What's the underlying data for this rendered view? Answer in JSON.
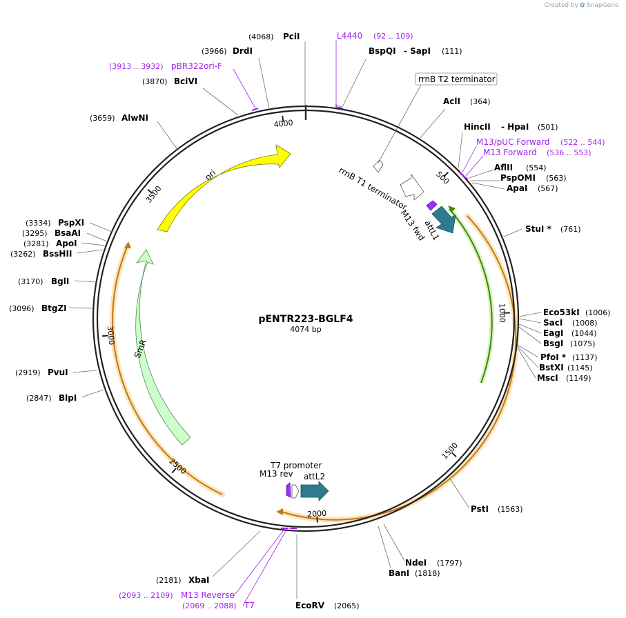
{
  "branding": {
    "created_by": "Created by",
    "product": "SnapGene"
  },
  "plasmid": {
    "name": "pENTR223-BGLF4",
    "size_label": "4074 bp",
    "length": 4074
  },
  "ticks": [
    {
      "bp": 500,
      "label": "500"
    },
    {
      "bp": 1000,
      "label": "1000"
    },
    {
      "bp": 1500,
      "label": "1500"
    },
    {
      "bp": 2000,
      "label": "2000"
    },
    {
      "bp": 2500,
      "label": "2500"
    },
    {
      "bp": 3000,
      "label": "3000"
    },
    {
      "bp": 3500,
      "label": "3500"
    },
    {
      "bp": 4000,
      "label": "4000"
    }
  ],
  "sites": [
    {
      "id": "pcii",
      "name": "PciI",
      "pos": "(4068)"
    },
    {
      "id": "drdi",
      "name": "DrdI",
      "pos": "(3966)"
    },
    {
      "id": "bcivi",
      "name": "BciVI",
      "pos": "(3870)"
    },
    {
      "id": "alwni",
      "name": "AlwNI",
      "pos": "(3659)"
    },
    {
      "id": "pspxi",
      "name": "PspXI",
      "pos": "(3334)"
    },
    {
      "id": "bsaai",
      "name": "BsaAI",
      "pos": "(3295)"
    },
    {
      "id": "apoi",
      "name": "ApoI",
      "pos": "(3281)"
    },
    {
      "id": "bsshii",
      "name": "BssHII",
      "pos": "(3262)"
    },
    {
      "id": "bgli",
      "name": "BglI",
      "pos": "(3170)"
    },
    {
      "id": "btgzi",
      "name": "BtgZI",
      "pos": "(3096)"
    },
    {
      "id": "pvui",
      "name": "PvuI",
      "pos": "(2919)"
    },
    {
      "id": "blpi",
      "name": "BlpI",
      "pos": "(2847)"
    },
    {
      "id": "xbai",
      "name": "XbaI",
      "pos": "(2181)"
    },
    {
      "id": "ecorv",
      "name": "EcoRV",
      "pos": "(2065)"
    },
    {
      "id": "bani",
      "name": "BanI",
      "pos": "(1818)"
    },
    {
      "id": "ndei",
      "name": "NdeI",
      "pos": "(1797)"
    },
    {
      "id": "psti",
      "name": "PstI",
      "pos": "(1563)"
    },
    {
      "id": "msci",
      "name": "MscI",
      "pos": "(1149)"
    },
    {
      "id": "bstxi",
      "name": "BstXI",
      "pos": "(1145)"
    },
    {
      "id": "pfoi",
      "name": "PfoI *",
      "pos": "(1137)"
    },
    {
      "id": "bsgi",
      "name": "BsgI",
      "pos": "(1075)"
    },
    {
      "id": "eagi",
      "name": "EagI",
      "pos": "(1044)"
    },
    {
      "id": "saci",
      "name": "SacI",
      "pos": "(1008)"
    },
    {
      "id": "eco53ki",
      "name": "Eco53kI",
      "pos": "(1006)"
    },
    {
      "id": "stui",
      "name": "StuI *",
      "pos": "(761)"
    },
    {
      "id": "apai",
      "name": "ApaI",
      "pos": "(567)"
    },
    {
      "id": "pspomi",
      "name": "PspOMI",
      "pos": "(563)"
    },
    {
      "id": "aflii",
      "name": "AflII",
      "pos": "(554)"
    },
    {
      "id": "hincii",
      "name": "HincII",
      "name2": "- HpaI",
      "pos": "(501)"
    },
    {
      "id": "acli",
      "name": "AclI",
      "pos": "(364)"
    },
    {
      "id": "bspqi",
      "name": "BspQI",
      "name2": "- SapI",
      "pos": "(111)"
    }
  ],
  "primers": [
    {
      "id": "l4440",
      "name": "L4440",
      "range": "(92 .. 109)"
    },
    {
      "id": "pbr322ori",
      "name": "pBR322ori-F",
      "range": "(3913 .. 3932)"
    },
    {
      "id": "m13puc",
      "name": "M13/pUC Forward",
      "range": "(522 .. 544)"
    },
    {
      "id": "m13fwd",
      "name": "M13 Forward",
      "range": "(536 .. 553)"
    },
    {
      "id": "m13rev",
      "name": "M13 Reverse",
      "range": "(2093 .. 2109)"
    },
    {
      "id": "t7",
      "name": "T7",
      "range": "(2069 .. 2088)"
    }
  ],
  "features": {
    "ori": "ori",
    "smr": "SmR",
    "rrnb_t2": "rrnB T2 terminator",
    "rrnb_t1": "rrnB T1 terminator",
    "m13fwd": "M13 fwd",
    "attl1": "attL1",
    "t7promoter": "T7 promoter",
    "m13rev": "M13 rev",
    "attl2": "attL2"
  },
  "colors": {
    "ori": "#ffff00",
    "smr": "#ccffcc",
    "orf": "#f4a540",
    "orf_halo": "#fde3b8",
    "orf_green": "#55aa00",
    "att": "#2e7b90",
    "primer": "#a020f0",
    "backbone": "#222222"
  }
}
